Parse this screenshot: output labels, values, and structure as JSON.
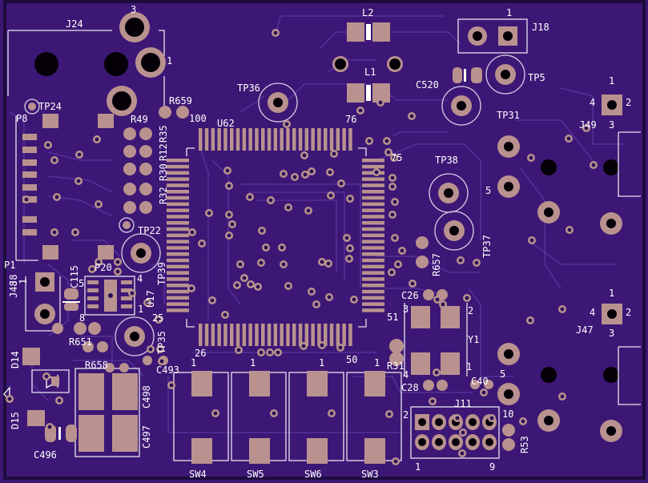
{
  "board": {
    "colors": {
      "substrate": "#3d1775",
      "edge": "#1e0b3e",
      "trace": "#54309a",
      "copper_pad": "#b9928f",
      "silkscreen": "#ffffff",
      "drill": "#050008"
    },
    "designators": {
      "J24": "J24",
      "L2": "L2",
      "L1": "L1",
      "J18": "J18",
      "TP36": "TP36",
      "TP5": "TP5",
      "C520": "C520",
      "TP24": "TP24",
      "P8": "P8",
      "R659": "R659",
      "R49": "R49",
      "U62": "U62",
      "R35": "R35",
      "R12": "R12",
      "R30": "R30",
      "R32": "R32",
      "TP22": "TP22",
      "TP31": "TP31",
      "J49": "J49",
      "TP38": "TP38",
      "TP37": "TP37",
      "R657": "R657",
      "P1": "P1",
      "J8": "J8",
      "C115": "C115",
      "P20": "P20",
      "J48": "J48",
      "U17": "U17",
      "TP39": "TP39",
      "R651": "R651",
      "TP35": "TP35",
      "C26": "C26",
      "J47": "J47",
      "Y1": "Y1",
      "R31": "R31",
      "D14": "D14",
      "R658": "R658",
      "C493": "C493",
      "C28": "C28",
      "C40": "C40",
      "D15": "D15",
      "C498": "C498",
      "C497": "C497",
      "J11": "J11",
      "R53": "R53",
      "C496": "C496",
      "SW4": "SW4",
      "SW5": "SW5",
      "SW6": "SW6",
      "SW3": "SW3"
    },
    "pin_numbers": {
      "j24_pin3": "3",
      "j24_pin1": "1",
      "j18_pin1": "1",
      "u62_pin100": "100",
      "u62_pin76": "76",
      "u62_pin75": "75",
      "u62_pin26": "26",
      "u62_pin25": "25",
      "u62_pin50": "50",
      "u62_pin51": "51",
      "j49_pin1": "1",
      "j49_pin2": "2",
      "j49_pin3": "3",
      "j49_pin4": "4",
      "j47_pin1": "1",
      "j47_pin2": "2",
      "j47_pin3": "3",
      "j47_pin4": "4",
      "upper_conn_5": "5",
      "lower_conn_5": "5",
      "lower_conn_10": "10",
      "j48_pin1": "1",
      "j48_pin5": "5",
      "j48_pin8": "8",
      "u17_pin4": "4",
      "u17_pin1": "1",
      "y1_pin1": "1",
      "y1_pin2": "2",
      "y1_pin3": "3",
      "y1_pin4": "4",
      "sw4_pin1": "1",
      "sw5_pin1": "1",
      "sw6_pin1": "1",
      "sw3_pin1": "1",
      "j11_pin1": "1",
      "j11_pin2": "2",
      "j11_pin9": "9"
    }
  }
}
